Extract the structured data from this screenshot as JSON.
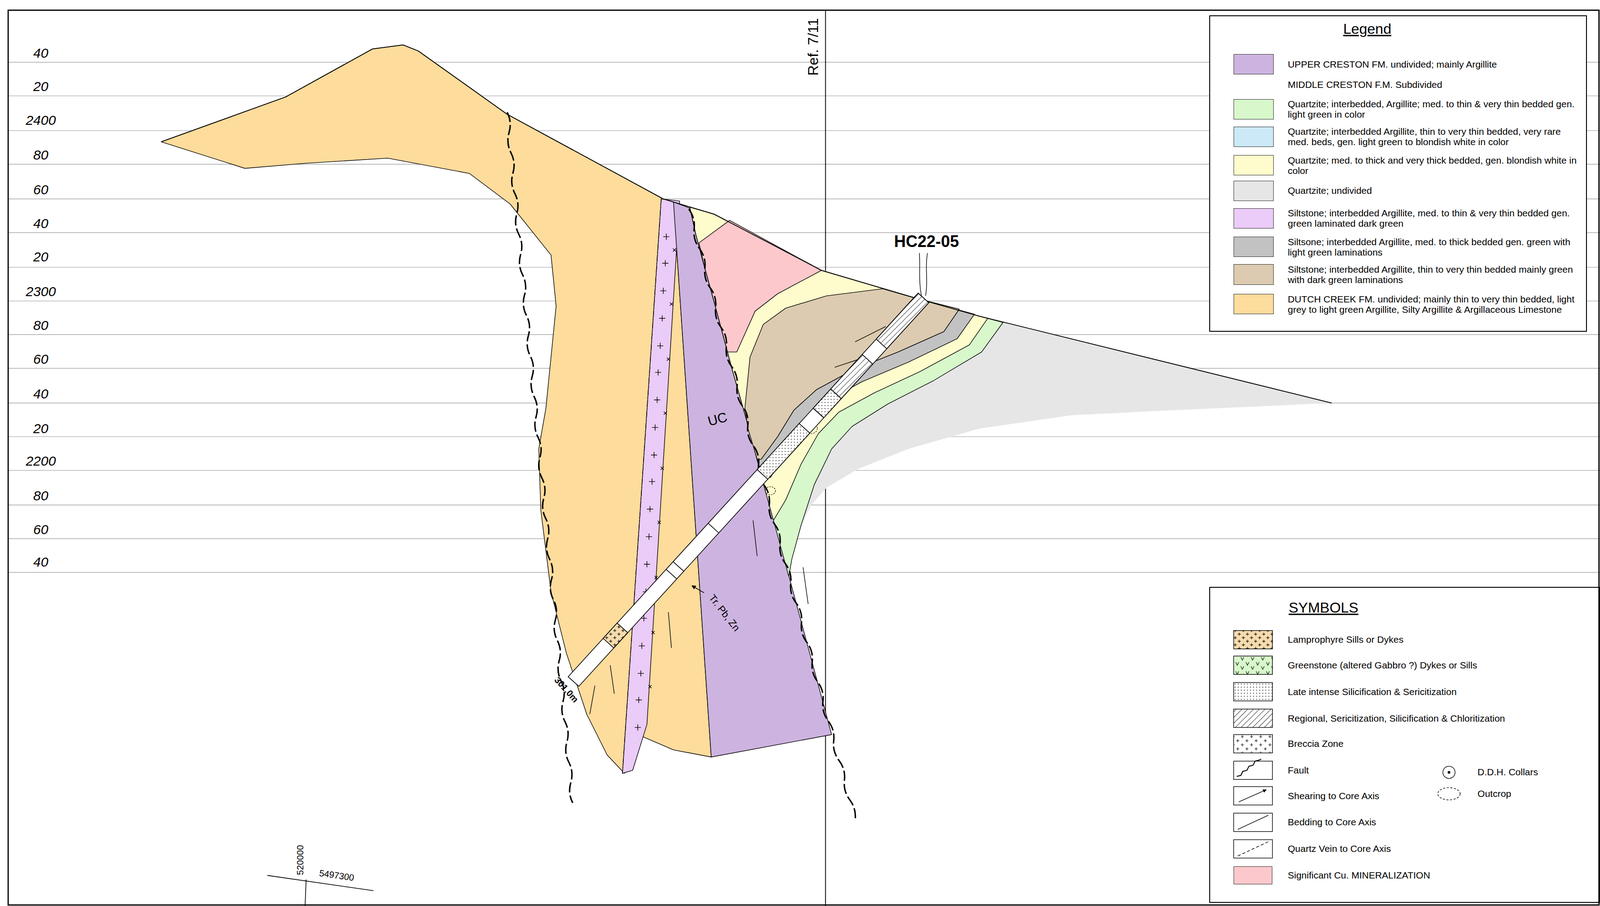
{
  "diagram": {
    "nodes": [
      {
        "text": [
          "Legend"
        ]
      },
      {
        "text": [
          "SYMBOLS"
        ]
      }
    ],
    "labels": [
      "40",
      "20",
      "2400",
      "80",
      "60",
      "40",
      "20",
      "2300",
      "80",
      "60",
      "40",
      "20",
      "2200",
      "80",
      "60",
      "40",
      "Ref. 7/11",
      "HC22-05",
      "UC",
      "Tr. Pb, Zn",
      "301.0m",
      "520000",
      "5497300"
    ],
    "legend": [
      {
        "text": "UPPER CRESTON FM. undivided; mainly Argillite",
        "color": "#cdb4e0"
      },
      {
        "text": "MIDDLE CRESTON F.M. Subdivided"
      },
      {
        "text": "Quartzite; interbedded, Argillite; med. to thin & very thin bedded gen. light green in color",
        "color": "#d8f8cc"
      },
      {
        "text": "Quartzite; interbedded Argillite, thin to very thin bedded, very rare med. beds, gen. light green to blondish white in color",
        "color": "#cce9f7"
      },
      {
        "text": "Quartzite; med. to thick and very thick bedded, gen. blondish white in color",
        "color": "#fefccc"
      },
      {
        "text": "Quartzite; undivided",
        "color": "#e6e6e6"
      },
      {
        "text": "Siltstone; interbedded Argillite, med. to thin & very thin bedded gen. green laminated dark green",
        "color": "#ebcbf7"
      },
      {
        "text": "Siltsone; interbedded Argillite, med. to thick bedded gen. green with light green laminations",
        "color": "#c2c2c2"
      },
      {
        "text": "Siltstone; interbedded Argillite, thin to very thin bedded mainly green with dark green laminations",
        "color": "#dccbb0"
      },
      {
        "text": "DUTCH CREEK FM. undivided; mainly thin to very thin bedded, light grey to light green Argillite, Silty Argillite & Argillaceous Limestone",
        "color": "#fddc9c"
      },
      {
        "text": "Lamprophyre Sills or Dykes"
      },
      {
        "text": "Greenstone (altered Gabbro ?) Dykes or Sills"
      },
      {
        "text": "Late intense Silicification & Sericitization"
      },
      {
        "text": "Regional, Sericitization, Silicification & Chloritization"
      },
      {
        "text": "Breccia Zone"
      },
      {
        "text": "Fault"
      },
      {
        "text": "Shearing to Core Axis"
      },
      {
        "text": "Bedding to Core Axis"
      },
      {
        "text": "Quartz Vein to Core Axis"
      },
      {
        "text": "Significant Cu. MINERALIZATION",
        "color": "#fcc8cc"
      },
      {
        "text": "D.D.H. Collars"
      },
      {
        "text": "Outcrop"
      }
    ]
  }
}
